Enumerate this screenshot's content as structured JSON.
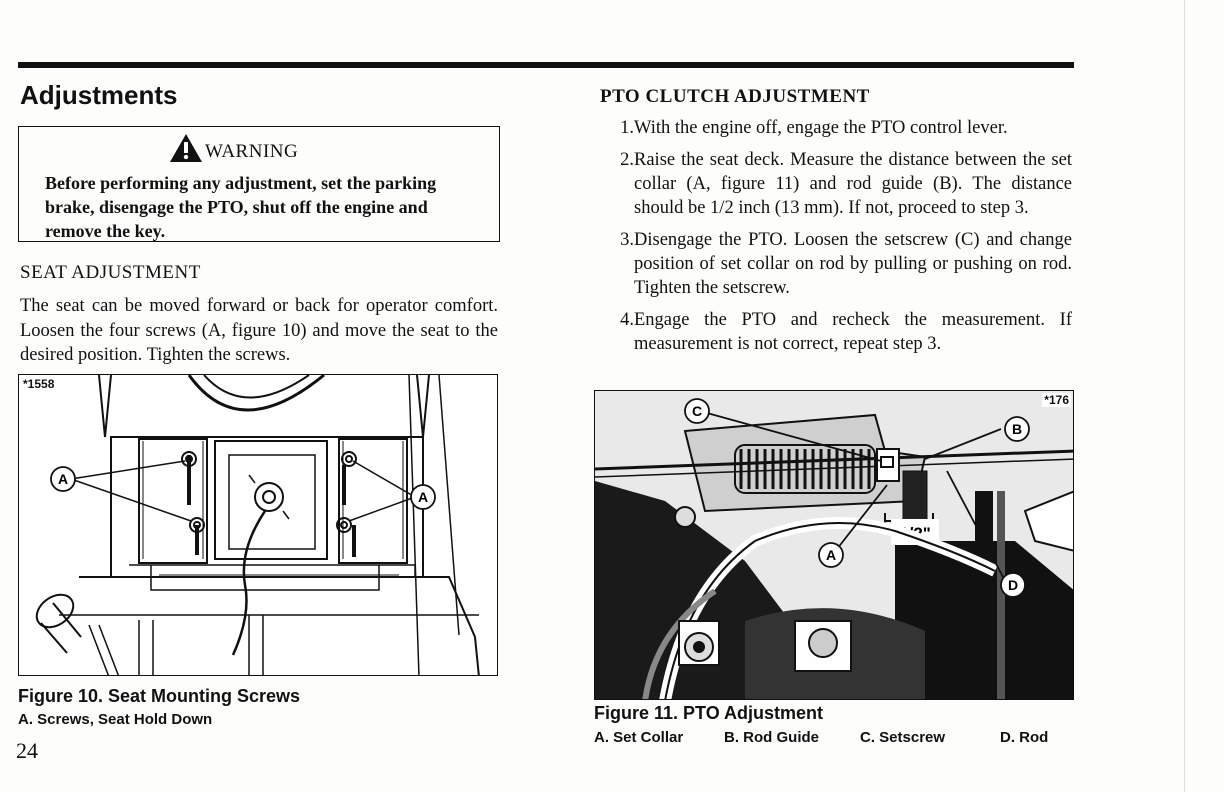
{
  "page": {
    "section_title": "Adjustments",
    "page_number": "24"
  },
  "warning": {
    "heading": "WARNING",
    "icon": "warning-triangle-icon",
    "text": "Before performing any adjustment, set the parking brake, disengage the PTO, shut off the engine and remove the key."
  },
  "seat_adjustment": {
    "heading": "SEAT ADJUSTMENT",
    "body": "The seat can be moved forward or back for operator comfort. Loosen the four screws (A, figure 10) and move the seat to the desired position. Tighten the screws."
  },
  "figure10": {
    "id": "*1558",
    "callout_a": "A",
    "caption": "Figure 10. Seat Mounting Screws",
    "legend": "A. Screws, Seat Hold Down"
  },
  "pto_clutch": {
    "heading": "PTO CLUTCH ADJUSTMENT",
    "steps": [
      {
        "num": "1.",
        "text": "With the engine off, engage the PTO control lever."
      },
      {
        "num": "2.",
        "text": "Raise the seat deck. Measure the distance between the set collar (A, figure 11) and rod guide (B). The distance should be 1/2 inch (13 mm). If not, proceed to step 3."
      },
      {
        "num": "3.",
        "text": "Disengage the PTO. Loosen the setscrew (C) and change position of set collar on rod by pulling or pushing on rod. Tighten the setscrew."
      },
      {
        "num": "4.",
        "text": "Engage the PTO and recheck the measurement. If measurement is not correct, repeat step 3."
      }
    ]
  },
  "figure11": {
    "id": "*176",
    "callouts": {
      "a": "A",
      "b": "B",
      "c": "C",
      "d": "D"
    },
    "dimension": "1/2\"",
    "caption": "Figure 11. PTO Adjustment",
    "legend": [
      "A. Set Collar",
      "B. Rod Guide",
      "C. Setscrew",
      "D. Rod"
    ]
  }
}
